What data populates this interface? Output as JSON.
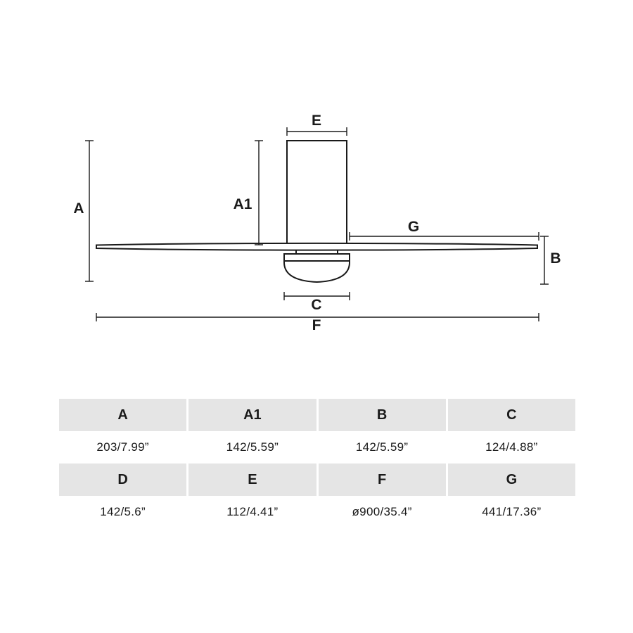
{
  "diagram": {
    "labels": {
      "a": "A",
      "a1": "A1",
      "b": "B",
      "c": "C",
      "e": "E",
      "f": "F",
      "g": "G"
    }
  },
  "table": {
    "rows": [
      {
        "cells": [
          "A",
          "A1",
          "B",
          "C"
        ]
      },
      {
        "cells": [
          "203/7.99”",
          "142/5.59”",
          "142/5.59”",
          "124/4.88”"
        ]
      },
      {
        "cells": [
          "D",
          "E",
          "F",
          "G"
        ]
      },
      {
        "cells": [
          "142/5.6”",
          "112/4.41”",
          "ø900/35.4”",
          "441/17.36”"
        ]
      }
    ]
  }
}
